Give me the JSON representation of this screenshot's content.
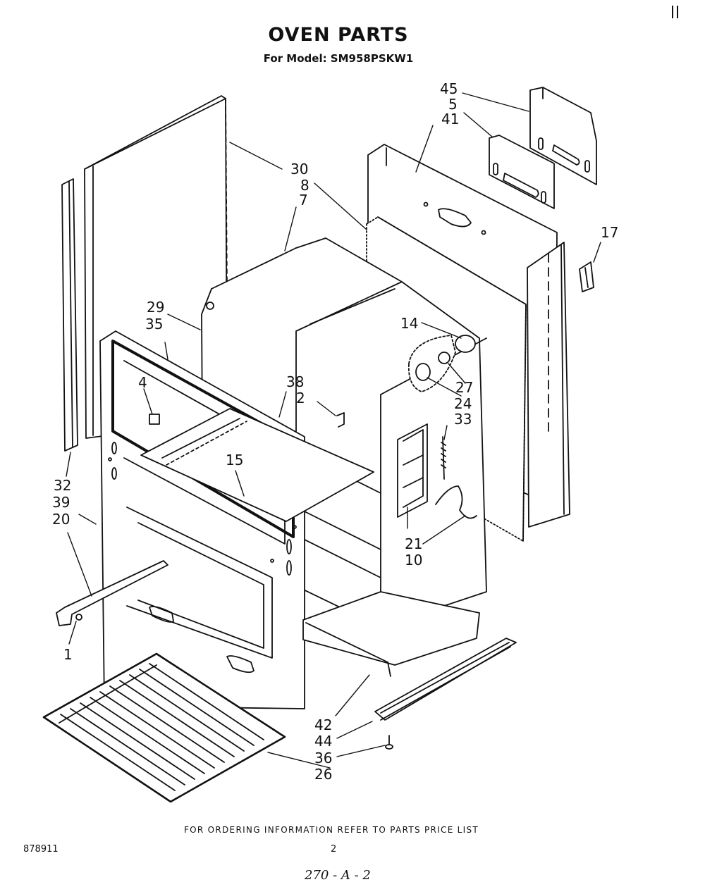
{
  "header": {
    "title": "OVEN PARTS",
    "model_line": "For Model: SM958PSKW1"
  },
  "callouts": {
    "c45": "45",
    "c5": "5",
    "c41": "41",
    "c30": "30",
    "c8": "8",
    "c7": "7",
    "c17": "17",
    "c29": "29",
    "c35": "35",
    "c14": "14",
    "c27": "27",
    "c24": "24",
    "c38": "38",
    "c2": "2",
    "c4": "4",
    "c33": "33",
    "c15": "15",
    "c32": "32",
    "c39": "39",
    "c20": "20",
    "c21": "21",
    "c10": "10",
    "c1": "1",
    "c42": "42",
    "c44": "44",
    "c36": "36",
    "c26": "26"
  },
  "footer": {
    "ordering_note": "FOR ORDERING INFORMATION REFER TO PARTS PRICE LIST",
    "doc_number": "878911",
    "page_number": "2",
    "handwritten_code": "270 - A - 2"
  }
}
